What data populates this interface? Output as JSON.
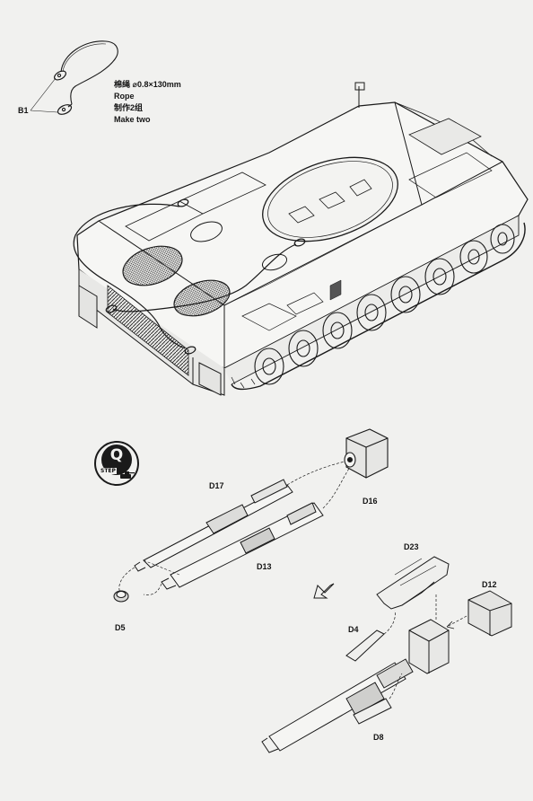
{
  "rope_note": {
    "cn_name": "棉绳",
    "dimension": "⌀0.8×130mm",
    "en_name": "Rope",
    "cn_qty": "制作2组",
    "en_qty": "Make two"
  },
  "step": {
    "number": "Q",
    "word": "STEP"
  },
  "part_labels": {
    "b1": "B1",
    "d17": "D17",
    "d16": "D16",
    "d13": "D13",
    "d5": "D5",
    "d23": "D23",
    "d12": "D12",
    "d4": "D4",
    "d8": "D8"
  },
  "icons": [
    "tank-silhouette-icon",
    "hollow-arrow-icon"
  ],
  "colors": {
    "paper": "#f1f1ef",
    "ink": "#1a1a1a",
    "shade": "#8c8c8c"
  }
}
